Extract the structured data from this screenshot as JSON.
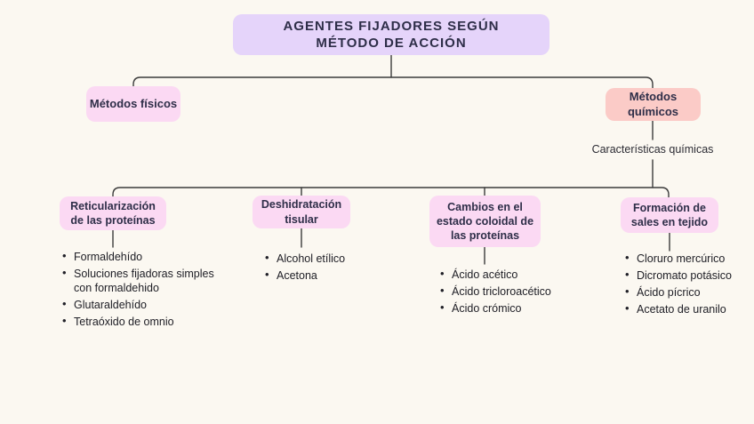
{
  "colors": {
    "background": "#fbf8f1",
    "title_box": "#e5d4fa",
    "pink_box": "#fbd9f3",
    "salmon_box": "#fbcbc7",
    "connector_line": "#3b3b3b",
    "heading_text": "#2e2e48",
    "body_text": "#202027"
  },
  "title": {
    "label": "AGENTES FIJADORES SEGÚN MÉTODO DE ACCIÓN"
  },
  "branches": {
    "fisicos": {
      "label": "Métodos físicos"
    },
    "quimicos": {
      "label": "Métodos químicos",
      "annotation": "Características químicas"
    }
  },
  "categories": [
    {
      "label": "Reticularización de las proteínas",
      "items": [
        "Formaldehído",
        "Soluciones fijadoras simples con formaldehido",
        "Glutaraldehído",
        "Tetraóxido de omnio"
      ]
    },
    {
      "label": "Deshidratación tisular",
      "items": [
        "Alcohol etílico",
        "Acetona"
      ]
    },
    {
      "label": "Cambios en el estado coloidal de las proteínas",
      "items": [
        "Ácido acético",
        "Ácido tricloroacético",
        "Ácido crómico"
      ]
    },
    {
      "label": "Formación de sales en tejido",
      "items": [
        "Cloruro mercúrico",
        "Dicromato potásico",
        "Ácido pícrico",
        "Acetato de uranilo"
      ]
    }
  ]
}
